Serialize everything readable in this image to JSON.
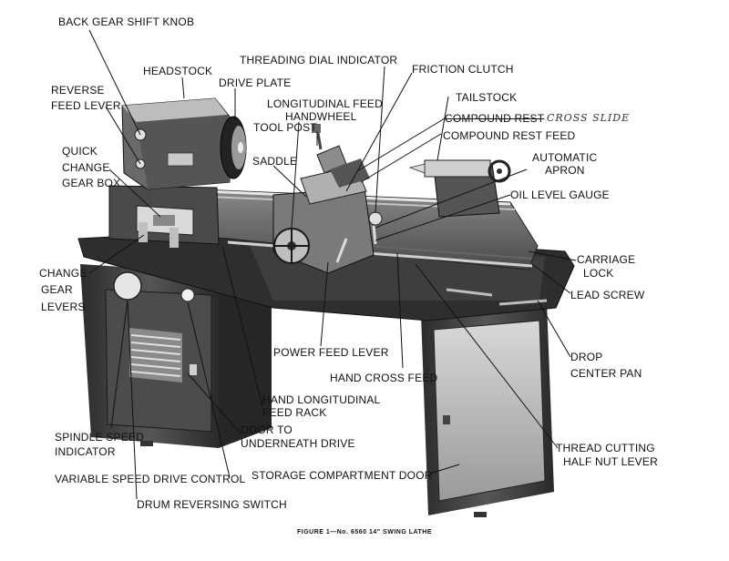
{
  "labels": {
    "back_gear_shift_knob": "BACK GEAR SHIFT KNOB",
    "headstock": "HEADSTOCK",
    "reverse_feed_lever": [
      "REVERSE",
      "FEED LEVER"
    ],
    "drive_plate": "DRIVE PLATE",
    "threading_dial_indicator": "THREADING DIAL INDICATOR",
    "friction_clutch": "FRICTION CLUTCH",
    "longitudinal_feed_handwheel": [
      "LONGITUDINAL FEED",
      "HANDWHEEL"
    ],
    "tailstock": "TAILSTOCK",
    "tool_post": "TOOL POST",
    "compound_rest": "COMPOUND REST",
    "cross_slide_handwritten": "CROSS SLIDE",
    "compound_rest_feed": "COMPOUND REST FEED",
    "quick_change_gear_box": [
      "QUICK",
      "CHANGE",
      "GEAR BOX"
    ],
    "saddle": "SADDLE",
    "automatic_apron": [
      "AUTOMATIC",
      "APRON"
    ],
    "oil_level_gauge": "OIL LEVEL GAUGE",
    "change_gear_levers": [
      "CHANGE",
      "GEAR",
      "LEVERS"
    ],
    "carriage_lock": [
      "CARRIAGE",
      "LOCK"
    ],
    "lead_screw": "LEAD SCREW",
    "power_feed_lever": "POWER FEED LEVER",
    "drop_center_pan": [
      "DROP",
      "CENTER PAN"
    ],
    "hand_cross_feed": "HAND CROSS FEED",
    "hand_longitudinal_feed_rack": [
      "HAND LONGITUDINAL",
      "FEED RACK"
    ],
    "spindle_speed_indicator": [
      "SPINDLE SPEED",
      "INDICATOR"
    ],
    "door_to_underneath_drive": [
      "DOOR TO",
      "UNDERNEATH DRIVE"
    ],
    "thread_cutting_half_nut_lever": [
      "THREAD CUTTING",
      "HALF NUT LEVER"
    ],
    "variable_speed_drive_control": "VARIABLE SPEED DRIVE CONTROL",
    "storage_compartment_door": "STORAGE COMPARTMENT DOOR",
    "drum_reversing_switch": "DRUM REVERSING SWITCH"
  },
  "caption": "FIGURE 1—No. 6560 14\" SWING LATHE",
  "colors": {
    "ink": "#111111",
    "body_dark": "#3a3a3a",
    "body_mid": "#6e6e6e",
    "body_light": "#c9c9c9",
    "paper": "#ffffff"
  }
}
